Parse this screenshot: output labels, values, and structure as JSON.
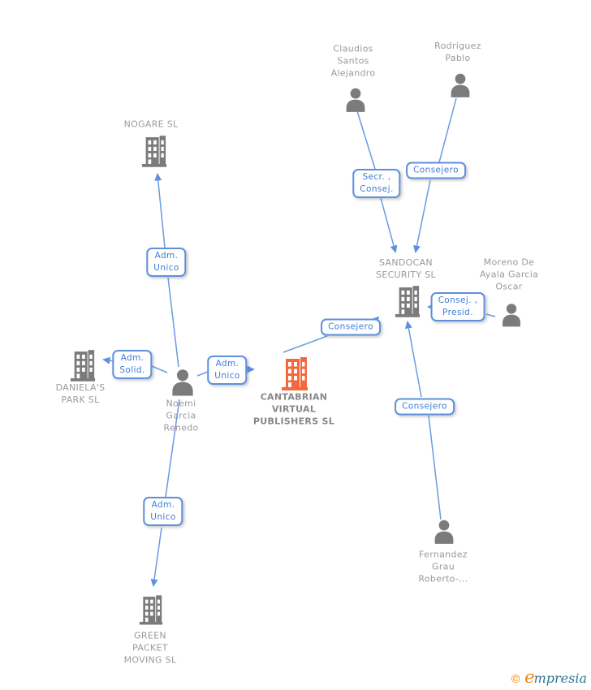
{
  "palette": {
    "edge_blue": "#6A9AE6",
    "box_border_blue": "#5E90DE",
    "box_text_blue": "#3F7CD6",
    "icon_gray": "#7B7B7B",
    "label_gray": "#9A9A9A",
    "highlight_orange": "#F4683C",
    "brand_orange": "#F08010",
    "brand_teal": "#2F7291"
  },
  "diagram": {
    "nodes": {
      "nogare": {
        "type": "company",
        "label": "NOGARE SL"
      },
      "claudios": {
        "type": "person",
        "label": "Claudios\nSantos\nAlejandro"
      },
      "rodriguez": {
        "type": "person",
        "label": "Rodriguez\nPablo"
      },
      "sandocan": {
        "type": "company",
        "label": "SANDOCAN\nSECURITY SL"
      },
      "moreno": {
        "type": "person",
        "label": "Moreno De\nAyala Garcia\nOscar"
      },
      "danielas": {
        "type": "company",
        "label": "DANIELA'S\nPARK SL"
      },
      "noemi": {
        "type": "person",
        "label": "Noemi\nGarcia\nRenedo"
      },
      "cantabrian": {
        "type": "company",
        "highlighted": true,
        "label": "CANTABRIAN\nVIRTUAL\nPUBLISHERS SL"
      },
      "fernandez": {
        "type": "person",
        "label": "Fernandez\nGrau\nRoberto-..."
      },
      "greenpacket": {
        "type": "company",
        "label": "GREEN\nPACKET\nMOVING SL"
      }
    },
    "relations": {
      "adm_unico_top": {
        "label": "Adm.\nUnico"
      },
      "adm_solid": {
        "label": "Adm.\nSolid."
      },
      "adm_unico_center": {
        "label": "Adm.\nUnico"
      },
      "adm_unico_bottom": {
        "label": "Adm.\nUnico"
      },
      "secr_consej": {
        "label": "Secr. ,\nConsej."
      },
      "consejero_top": {
        "label": "Consejero"
      },
      "consejero_center": {
        "label": "Consejero"
      },
      "consej_presid": {
        "label": "Consej. ,\nPresid."
      },
      "consejero_bottom": {
        "label": "Consejero"
      }
    }
  },
  "footer": {
    "copyright_symbol": "©",
    "brand_initial": "e",
    "brand_rest": "mpresia"
  }
}
